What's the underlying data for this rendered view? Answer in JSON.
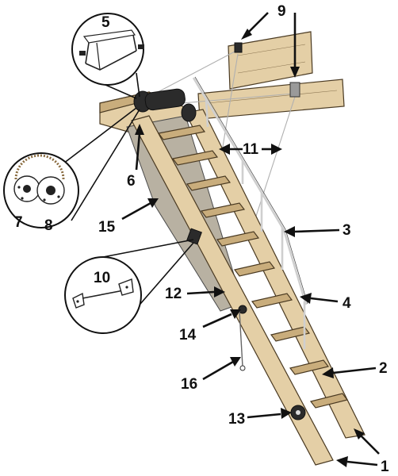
{
  "figure": {
    "description_free": true,
    "part_numbers": [
      "1",
      "2",
      "3",
      "4",
      "5",
      "6",
      "7",
      "8",
      "9",
      "10",
      "11",
      "12",
      "13",
      "14",
      "15",
      "16"
    ]
  },
  "callouts": [
    {
      "id": "callout-5",
      "label": "5"
    },
    {
      "id": "callout-7-8",
      "labels": [
        "7",
        "8"
      ]
    },
    {
      "id": "callout-10",
      "label": "10"
    }
  ],
  "icons": {
    "arrow": "arrow-icon",
    "double_arrow": "double-arrow-icon",
    "hinge_bracket": "hinge-bracket-icon",
    "spring_wheels": "spring-wheel-icon",
    "angle_bracket": "angle-bracket-icon"
  },
  "colors": {
    "wood": "#e4cfa6",
    "wood_dark": "#c9ad7c",
    "rail": "#cfcfcf",
    "ink": "#111111"
  }
}
